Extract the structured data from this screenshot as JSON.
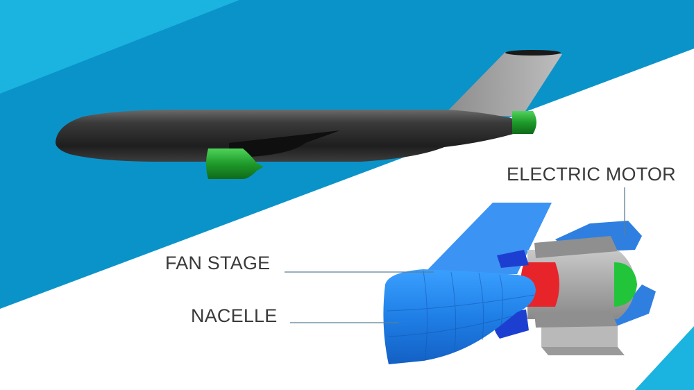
{
  "labels": {
    "electric_motor": "ELECTRIC MOTOR",
    "fan_stage": "FAN STAGE",
    "nacelle": "NACELLE"
  },
  "icons": {
    "airplane": "airplane-icon",
    "engine_cutaway": "engine-cutaway-icon"
  },
  "colors": {
    "background_blue_dark": "#0a93c9",
    "background_blue_light": "#1bb3df",
    "fuselage": "#2b2b2b",
    "engine_green": "#1e9a2a",
    "nacelle_blue": "#1f7fe6",
    "fan_red": "#e8242b",
    "motor_green": "#22c43a",
    "leader_line": "#5a7f98"
  }
}
